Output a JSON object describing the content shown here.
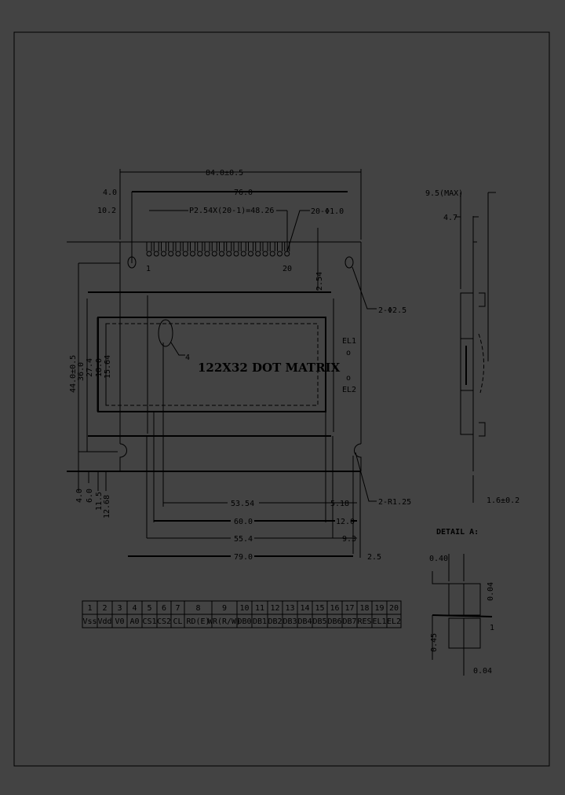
{
  "colors": {
    "background": "#434343",
    "line": "#000000"
  },
  "front_view": {
    "dims_top": {
      "overall_width": "84.0±0.5",
      "width_76": "76.0",
      "pitch": "P2.54X(20-1)=48.26",
      "pin_holes": "20-Φ1.0",
      "offset_4": "4.0",
      "offset_10": "10.2"
    },
    "pin_first": "1",
    "pin_last": "20",
    "dim_254": "2.54",
    "mount_hole": "2-Φ2.5",
    "slot_radius": "2-R1.25",
    "label_el1": "EL1",
    "label_el2": "EL2",
    "display_text": "122X32 DOT MATRIX",
    "detail_ref": "4",
    "dims_left": [
      "44.0±0.5",
      "36.0",
      "27.4",
      "18.0",
      "15.64"
    ],
    "dims_left_bottom": [
      "4.0",
      "6.0",
      "11.5",
      "12.68"
    ],
    "dims_bottom": {
      "d5354": "53.54",
      "d518": "5.18",
      "d600": "60.0",
      "d120": "12.0",
      "d554": "55.4",
      "d93": "9.3",
      "d790": "79.0",
      "d25": "2.5"
    }
  },
  "side_view": {
    "max_height": "9.5(MAX)",
    "d47": "4.7",
    "pcb": "1.6±0.2"
  },
  "detail": {
    "title": "DETAIL A:",
    "d040": "0.40",
    "d004a": "0.04",
    "d045": "0.45",
    "d1": "1",
    "d004b": "0.04"
  },
  "pin_table": {
    "numbers": [
      "1",
      "2",
      "3",
      "4",
      "5",
      "6",
      "7",
      "8",
      "9",
      "10",
      "11",
      "12",
      "13",
      "14",
      "15",
      "16",
      "17",
      "18",
      "19",
      "20"
    ],
    "signals": [
      "Vss",
      "Vdd",
      "V0",
      "A0",
      "CS1",
      "CS2",
      "CL",
      "RD(E)",
      "WR(R/W)",
      "DB0",
      "DB1",
      "DB2",
      "DB3",
      "DB4",
      "DB5",
      "DB6",
      "DB7",
      "RES",
      "EL1",
      "EL2"
    ]
  }
}
